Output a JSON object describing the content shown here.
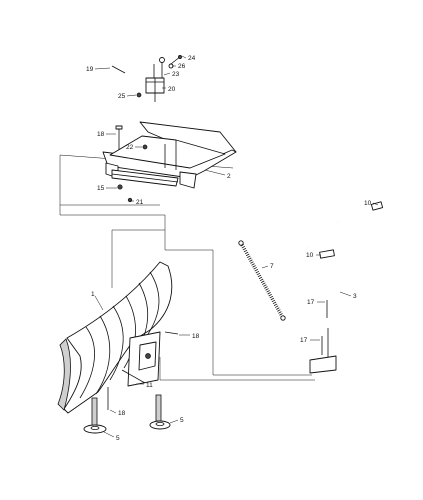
{
  "diagram": {
    "callouts": [
      {
        "id": "c24",
        "text": "24"
      },
      {
        "id": "c26",
        "text": "26"
      },
      {
        "id": "c19",
        "text": "19"
      },
      {
        "id": "c23",
        "text": "23"
      },
      {
        "id": "c20",
        "text": "20"
      },
      {
        "id": "c25",
        "text": "25"
      },
      {
        "id": "c18a",
        "text": "18"
      },
      {
        "id": "c22",
        "text": "22"
      },
      {
        "id": "c2",
        "text": "2"
      },
      {
        "id": "c15",
        "text": "15"
      },
      {
        "id": "c21",
        "text": "21"
      },
      {
        "id": "c10a",
        "text": "10"
      },
      {
        "id": "c10b",
        "text": "10"
      },
      {
        "id": "c7",
        "text": "7"
      },
      {
        "id": "c3",
        "text": "3"
      },
      {
        "id": "c1",
        "text": "1"
      },
      {
        "id": "c17a",
        "text": "17"
      },
      {
        "id": "c17b",
        "text": "17"
      },
      {
        "id": "c18b",
        "text": "18"
      },
      {
        "id": "c11",
        "text": "11"
      },
      {
        "id": "c18c",
        "text": "18"
      },
      {
        "id": "c5a",
        "text": "5"
      },
      {
        "id": "c5b",
        "text": "5"
      }
    ],
    "colors": {
      "ink": "#111111",
      "paper": "#ffffff",
      "shade": "#cfcfcf"
    }
  }
}
